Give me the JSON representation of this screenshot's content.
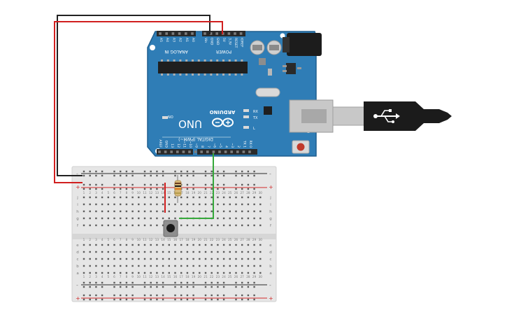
{
  "arduino": {
    "brand": "ARDUINO",
    "model": "UNO",
    "power_header_title": "POWER",
    "power_pins": [
      "IOREF",
      "RESET",
      "3.3V",
      "5V",
      "GND",
      "GND",
      "Vin"
    ],
    "analog_header_title": "ANALOG IN",
    "analog_pins": [
      "A0",
      "A1",
      "A2",
      "A3",
      "A4",
      "A5"
    ],
    "digital_header_title": "DIGITAL (PWM~)",
    "digital_pins": [
      "AREF",
      "GND",
      "13",
      "12",
      "~11",
      "~10",
      "~9",
      "8",
      "7",
      "~6",
      "~5",
      "4",
      "~3",
      "2",
      "TX 1",
      "RX 0"
    ],
    "led_labels": {
      "on": "ON",
      "tx": "TX",
      "rx": "RX",
      "l": "L"
    },
    "colors": {
      "board": "#2f7db6",
      "board_edge": "#1f5f8f",
      "header": "#2a2a2a",
      "silk": "#ffffff"
    }
  },
  "breadboard": {
    "row_letters_top": [
      "j",
      "i",
      "h",
      "g",
      "f"
    ],
    "row_letters_bottom": [
      "e",
      "d",
      "c",
      "b",
      "a"
    ],
    "column_numbers": [
      "1",
      "2",
      "3",
      "4",
      "5",
      "6",
      "7",
      "8",
      "9",
      "10",
      "11",
      "12",
      "13",
      "14",
      "15",
      "16",
      "17",
      "18",
      "19",
      "20",
      "21",
      "22",
      "23",
      "24",
      "25",
      "26",
      "27",
      "28",
      "29",
      "30"
    ],
    "rail_minus": "-",
    "rail_plus": "+",
    "colors": {
      "body": "#e6e6e6",
      "hole": "#5c5c5c",
      "rail_red": "#d12b2b",
      "rail_dark": "#2b2b2b"
    }
  },
  "wires": {
    "colors": {
      "power": "#d11f1f",
      "ground": "#222222",
      "signal": "#35a83a"
    }
  },
  "usb_cable": {
    "colors": {
      "plug": "#1b1b1b",
      "connector": "#c8c8c8"
    }
  },
  "components": [
    "resistor",
    "pushbutton"
  ]
}
